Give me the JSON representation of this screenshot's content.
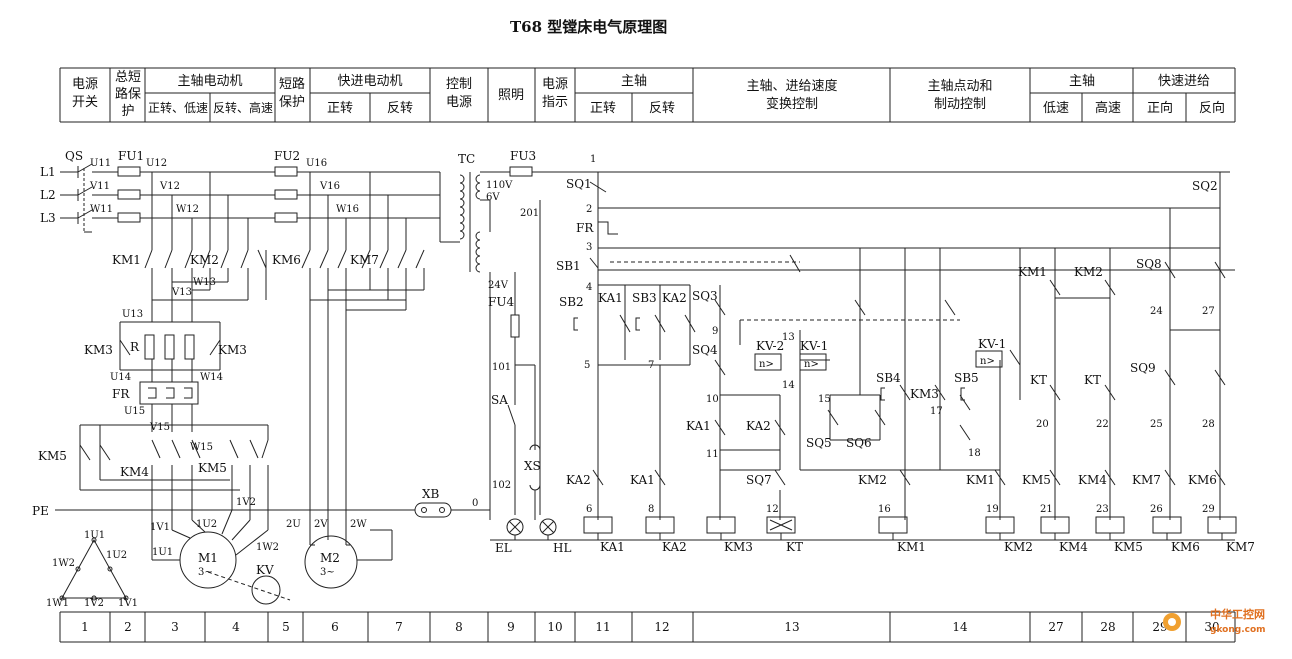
{
  "title": "T68 型镗床电气原理图",
  "header": {
    "c1": [
      "电源",
      "开关"
    ],
    "c2": [
      "总短",
      "路保",
      "护"
    ],
    "c3": "主轴电动机",
    "c3a": "正转、低速",
    "c3b": "反转、高速",
    "c4": [
      "短路",
      "保护"
    ],
    "c5": "快进电动机",
    "c5a": "正转",
    "c5b": "反转",
    "c6": [
      "控制",
      "电源"
    ],
    "c7": "照明",
    "c8": [
      "电源",
      "指示"
    ],
    "c9": "主轴",
    "c9a": "正转",
    "c9b": "反转",
    "c10": [
      "主轴、进给速度",
      "变换控制"
    ],
    "c11": [
      "主轴点动和",
      "制动控制"
    ],
    "c12": "主轴",
    "c12a": "低速",
    "c12b": "高速",
    "c13": "快速进给",
    "c13a": "正向",
    "c13b": "反向"
  },
  "footer": [
    "1",
    "2",
    "3",
    "4",
    "5",
    "6",
    "7",
    "8",
    "9",
    "10",
    "11",
    "12",
    "13",
    "14",
    "27",
    "28",
    "29",
    "30"
  ],
  "power": {
    "lines": [
      "L1",
      "L2",
      "L3"
    ],
    "qs": "QS",
    "pe": "PE",
    "fu1": "FU1",
    "fu2": "FU2",
    "fu3": "FU3",
    "fu4": "FU4",
    "tc": "TC",
    "v110": "110V",
    "v6": "6V",
    "v24": "24V",
    "u11": "U11",
    "v11": "V11",
    "w11": "W11",
    "u12": "U12",
    "v12": "V12",
    "w12": "W12",
    "u13": "U13",
    "v13": "V13",
    "w13": "W13",
    "u14": "U14",
    "w14": "W14",
    "u15": "U15",
    "v15": "V15",
    "w15": "W15",
    "u16": "U16",
    "v16": "V16",
    "w16": "W16",
    "km1": "KM1",
    "km2": "KM2",
    "km3a": "KM3",
    "km3b": "KM3",
    "km4": "KM4",
    "km5": "KM5",
    "km5b": "KM5",
    "km6": "KM6",
    "km7": "KM7",
    "r": "R",
    "fr": "FR",
    "m1": "M1",
    "m1s": "3~",
    "m2": "M2",
    "m2s": "3~",
    "kv": "KV",
    "xb": "XB",
    "n1u1": "1U1",
    "n1v1": "1V1",
    "n1w1": "1W1",
    "n1u2": "1U2",
    "n1v2": "1V2",
    "n1w2": "1W2",
    "n2u": "2U",
    "n2v": "2V",
    "n2w": "2W",
    "zero": "0",
    "n201": "201",
    "n101": "101",
    "n102": "102",
    "sa": "SA",
    "xs": "XS",
    "el": "EL",
    "hl": "HL"
  },
  "control": {
    "nodes": [
      "1",
      "2",
      "3",
      "4",
      "5",
      "6",
      "7",
      "8",
      "9",
      "10",
      "11",
      "12",
      "13",
      "14",
      "15",
      "16",
      "17",
      "18",
      "19",
      "20",
      "21",
      "22",
      "23",
      "24",
      "25",
      "26",
      "27",
      "28",
      "29"
    ],
    "labels": {
      "sq1": "SQ1",
      "sq2": "SQ2",
      "sq3": "SQ3",
      "sq4": "SQ4",
      "sq5": "SQ5",
      "sq6": "SQ6",
      "sq7": "SQ7",
      "sq8": "SQ8",
      "sq9": "SQ9",
      "fr": "FR",
      "sb1": "SB1",
      "sb2": "SB2",
      "sb3": "SB3",
      "sb4": "SB4",
      "sb5": "SB5",
      "ka1": "KA1",
      "ka2": "KA2",
      "km3": "KM3",
      "kv2": "KV-2",
      "kv1a": "KV-1",
      "kv1b": "KV-1",
      "kt": "KT",
      "n": "n>",
      "km1": "KM1",
      "km2": "KM2",
      "km4": "KM4",
      "km5": "KM5",
      "km6": "KM6",
      "km7": "KM7"
    },
    "coils": [
      "KA1",
      "KA2",
      "KM3",
      "KT",
      "KM1",
      "KM2",
      "KM4",
      "KM5",
      "KM6",
      "KM7"
    ]
  },
  "watermark": {
    "cn": "中华工控网",
    "url": "gkong.com"
  }
}
